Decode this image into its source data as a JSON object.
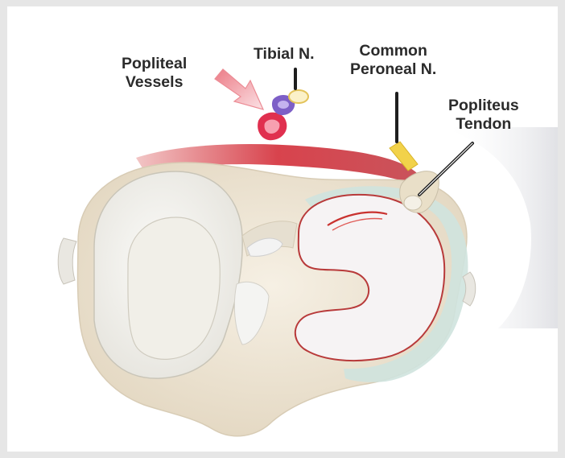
{
  "labels": {
    "popliteal_vessels": {
      "line1": "Popliteal",
      "line2": "Vessels"
    },
    "tibial_nerve": "Tibial N.",
    "common_peroneal_nerve": {
      "line1": "Common",
      "line2": "Peroneal N."
    },
    "popliteus_tendon": {
      "line1": "Popliteus",
      "line2": "Tendon"
    }
  },
  "colors": {
    "frame_background": "#e6e6e6",
    "bone": "#efe6d6",
    "plateau_surface": "#f4f3ee",
    "meniscus_outline": "#b83a3a",
    "muscle": "#d8434d",
    "artery": "#e0304f",
    "vein": "#7d5fc7",
    "nerve": "#f2d24a",
    "tendon": "#e9dfc8",
    "arrow": "#f2a0a8",
    "label_text": "#2b2b2b"
  },
  "icons": {
    "arrow": "large-pink-arrow-icon"
  }
}
